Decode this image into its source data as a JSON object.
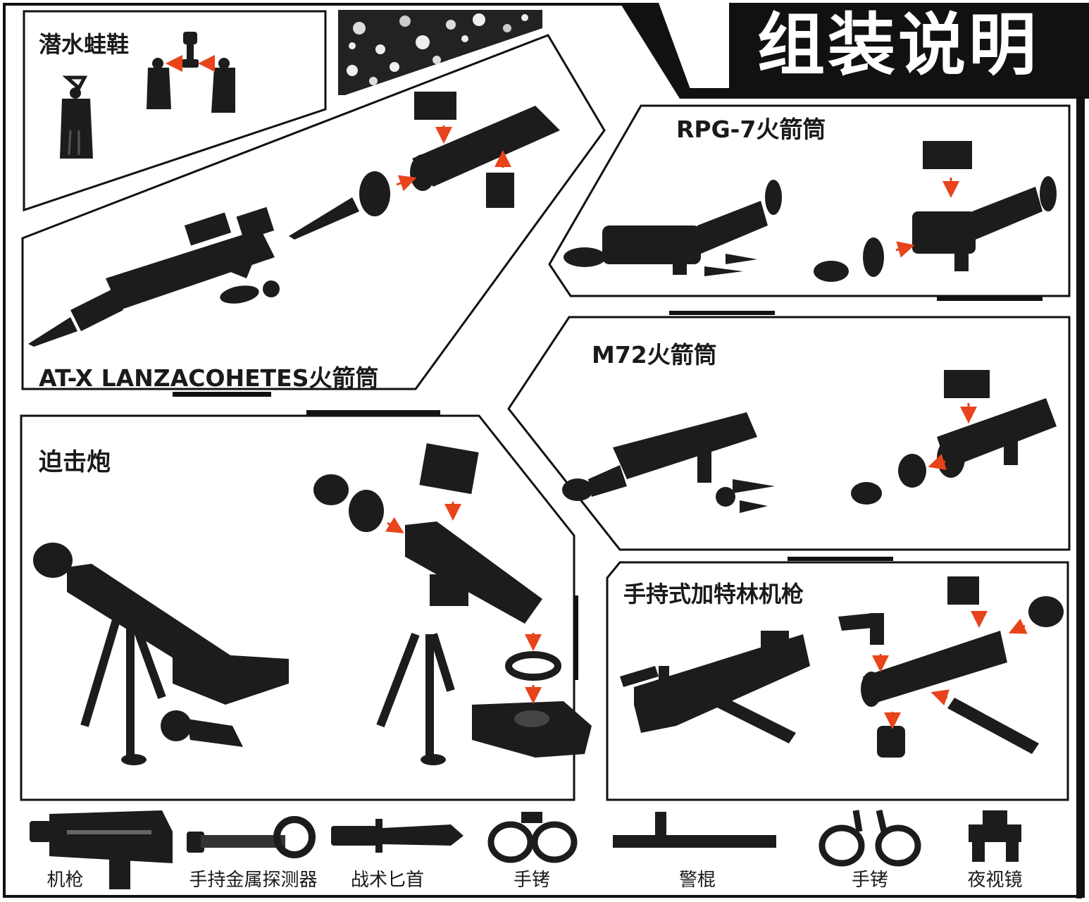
{
  "header": {
    "title": "组装说明"
  },
  "panels": {
    "flippers": {
      "title": "潜水蛙鞋"
    },
    "atx": {
      "title": "AT-X LANZACOHETES火箭筒"
    },
    "rpg7": {
      "title": "RPG-7火箭筒"
    },
    "m72": {
      "title": "M72火箭筒"
    },
    "mortar": {
      "title": "迫击炮"
    },
    "gatling": {
      "title": "手持式加特林机枪"
    }
  },
  "accessories": [
    {
      "label": "机枪",
      "icon": "machine-gun-icon"
    },
    {
      "label": "手持金属探测器",
      "icon": "metal-detector-icon"
    },
    {
      "label": "战术匕首",
      "icon": "tactical-knife-icon"
    },
    {
      "label": "手铐",
      "icon": "handcuffs-icon"
    },
    {
      "label": "警棍",
      "icon": "baton-icon"
    },
    {
      "label": "手铐",
      "icon": "handcuffs-open-icon"
    },
    {
      "label": "夜视镜",
      "icon": "night-vision-icon"
    }
  ],
  "colors": {
    "part": "#1c1c1c",
    "arrow": "#e8431b",
    "frame": "#111111",
    "header_bg": "#111111"
  }
}
